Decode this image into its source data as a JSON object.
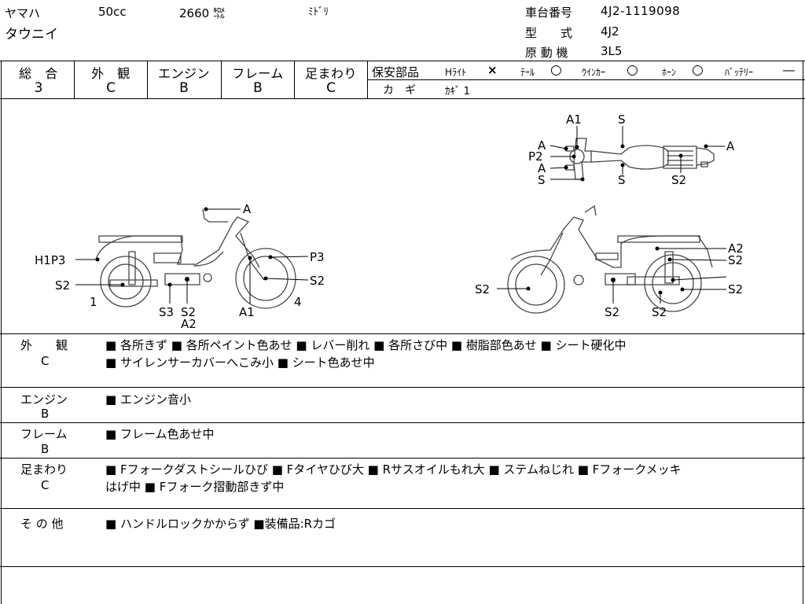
{
  "header": {
    "maker": "ヤマハ",
    "displacement": "50cc",
    "mileage": "2660 ㌖",
    "color": "ﾐﾄﾞﾘ",
    "model_name": "タウニイ",
    "chassis_label": "車台番号",
    "chassis_value": "4J2-1119098",
    "type_label": "型　　式",
    "type_value": "4J2",
    "engine_label": "原 動 機",
    "engine_value": "3L5"
  },
  "grades": [
    {
      "label": "総　合",
      "value": "3"
    },
    {
      "label": "外　観",
      "value": "C"
    },
    {
      "label": "エンジン",
      "value": "B"
    },
    {
      "label": "フレーム",
      "value": "B"
    },
    {
      "label": "足まわり",
      "value": "C"
    }
  ],
  "safety": {
    "title": "保安部品",
    "items": [
      {
        "label": "Hﾗｲﾄ",
        "mark": "×"
      },
      {
        "label": "ﾃｰﾙ",
        "mark": "○"
      },
      {
        "label": "ｳｲﾝｶｰ",
        "mark": "○"
      },
      {
        "label": "ﾎｰﾝ",
        "mark": "○"
      },
      {
        "label": "ﾊﾞｯﾃﾘｰ",
        "mark": "―"
      }
    ],
    "key_label": "カ　ギ",
    "key_value": "ｶｷﾞ 1"
  },
  "diagram": {
    "top_labels": {
      "a1": "A1",
      "s_top": "S",
      "a_l1": "A",
      "p2": "P2",
      "a_l2": "A",
      "s_l": "S",
      "s_mid": "S",
      "a_r": "A",
      "s2": "S2"
    },
    "left_labels": {
      "a": "A",
      "h1p3": "H1P3",
      "p3": "P3",
      "s2_left": "S2",
      "s2_right": "S2",
      "n1": "1",
      "s3": "S3",
      "s2_c": "S2",
      "a2": "A2",
      "a1": "A1",
      "n4": "4"
    },
    "right_labels": {
      "a2": "A2",
      "s2_r1": "S2",
      "s2_r2": "S2",
      "s2_l": "S2",
      "s2_b1": "S2",
      "s2_b2": "S2"
    }
  },
  "remarks": [
    {
      "label": "外　　観",
      "grade": "C",
      "lines": [
        "■ 各所きず ■ 各所ペイント色あせ ■ レバー削れ ■ 各所さび中 ■ 樹脂部色あせ ■ シート硬化中",
        "■ サイレンサーカバーへこみ小 ■ シート色あせ中"
      ]
    },
    {
      "label": "エンジン",
      "grade": "B",
      "lines": [
        "■ エンジン音小"
      ]
    },
    {
      "label": "フレーム",
      "grade": "B",
      "lines": [
        "■ フレーム色あせ中"
      ]
    },
    {
      "label": "足まわり",
      "grade": "C",
      "lines": [
        "■ Fフォークダストシールひび ■ Fタイヤひび大 ■ Rサスオイルもれ大 ■ ステムねじれ ■ Fフォークメッキ",
        "はげ中 ■ Fフォーク摺動部きず中"
      ]
    },
    {
      "label": "そ の 他",
      "grade": "",
      "lines": [
        "■ ハンドルロックかからず ■装備品:Rカゴ"
      ]
    }
  ]
}
